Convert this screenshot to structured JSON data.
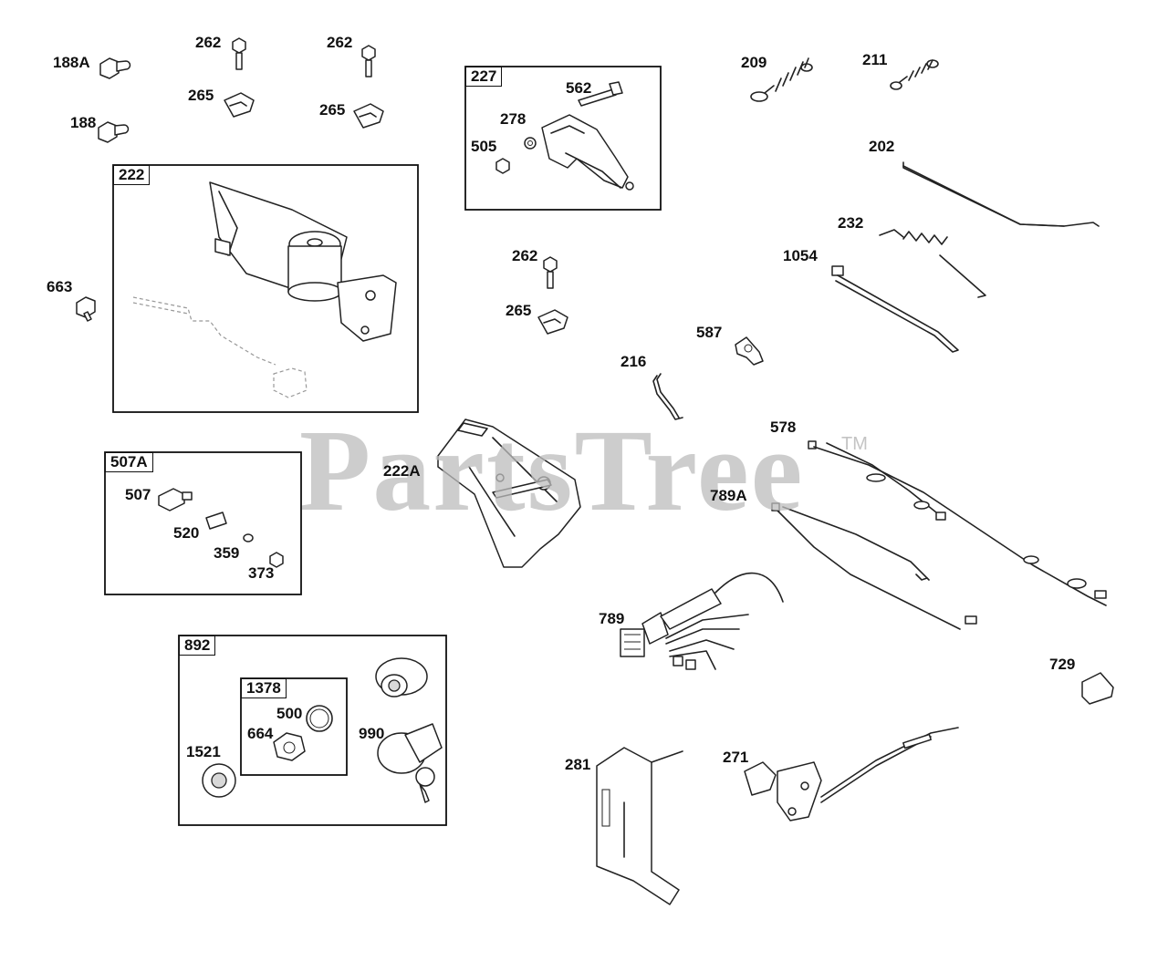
{
  "watermark": {
    "text": "PartsTree",
    "tm": "TM"
  },
  "boxes": {
    "b222": "222",
    "b227": "227",
    "b507A": "507A",
    "b892": "892",
    "b1378": "1378"
  },
  "labels": {
    "l188A": "188A",
    "l188": "188",
    "l262a": "262",
    "l262b": "262",
    "l262c": "262",
    "l265a": "265",
    "l265b": "265",
    "l265c": "265",
    "l663": "663",
    "l562": "562",
    "l278": "278",
    "l505": "505",
    "l209": "209",
    "l211": "211",
    "l202": "202",
    "l232": "232",
    "l1054": "1054",
    "l587": "587",
    "l216": "216",
    "l222A": "222A",
    "l578": "578",
    "l789A": "789A",
    "l507": "507",
    "l520": "520",
    "l359": "359",
    "l373": "373",
    "l789": "789",
    "l729": "729",
    "l500": "500",
    "l664": "664",
    "l990": "990",
    "l1521": "1521",
    "l281": "281",
    "l271": "271"
  }
}
